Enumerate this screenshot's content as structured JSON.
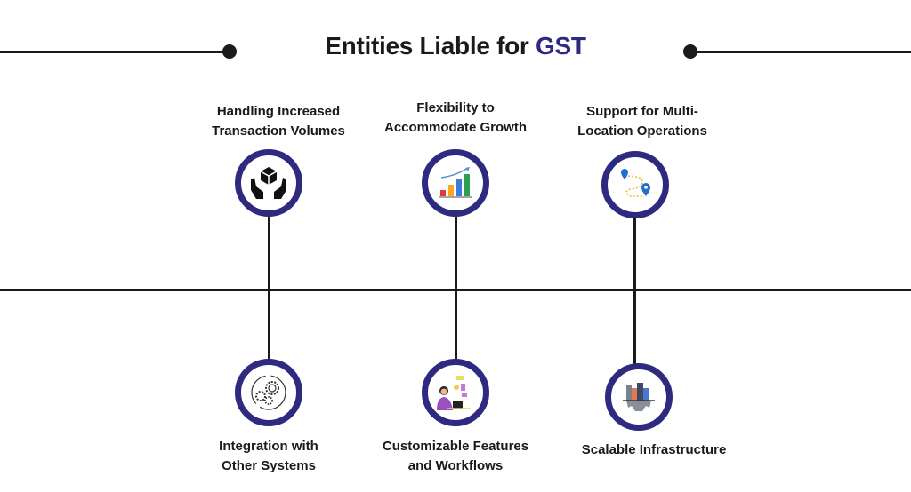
{
  "title": {
    "prefix": "Entities Liable for",
    "accent": "GST"
  },
  "colors": {
    "accent": "#2e2a7f",
    "line": "#1a1a1a"
  },
  "top_items": [
    {
      "label_line1": "Handling Increased",
      "label_line2": "Transaction Volumes",
      "icon": "hands-box-icon"
    },
    {
      "label_line1": "Flexibility to",
      "label_line2": "Accommodate Growth",
      "icon": "growth-chart-icon"
    },
    {
      "label_line1": "Support for Multi-",
      "label_line2": "Location Operations",
      "icon": "route-map-icon"
    }
  ],
  "bottom_items": [
    {
      "label_line1": "Integration with",
      "label_line2": "Other Systems",
      "icon": "gears-icon"
    },
    {
      "label_line1": "Customizable Features",
      "label_line2": "and Workflows",
      "icon": "person-laptop-icon"
    },
    {
      "label_line1": "Scalable Infrastructure",
      "icon": "city-gear-icon"
    }
  ]
}
